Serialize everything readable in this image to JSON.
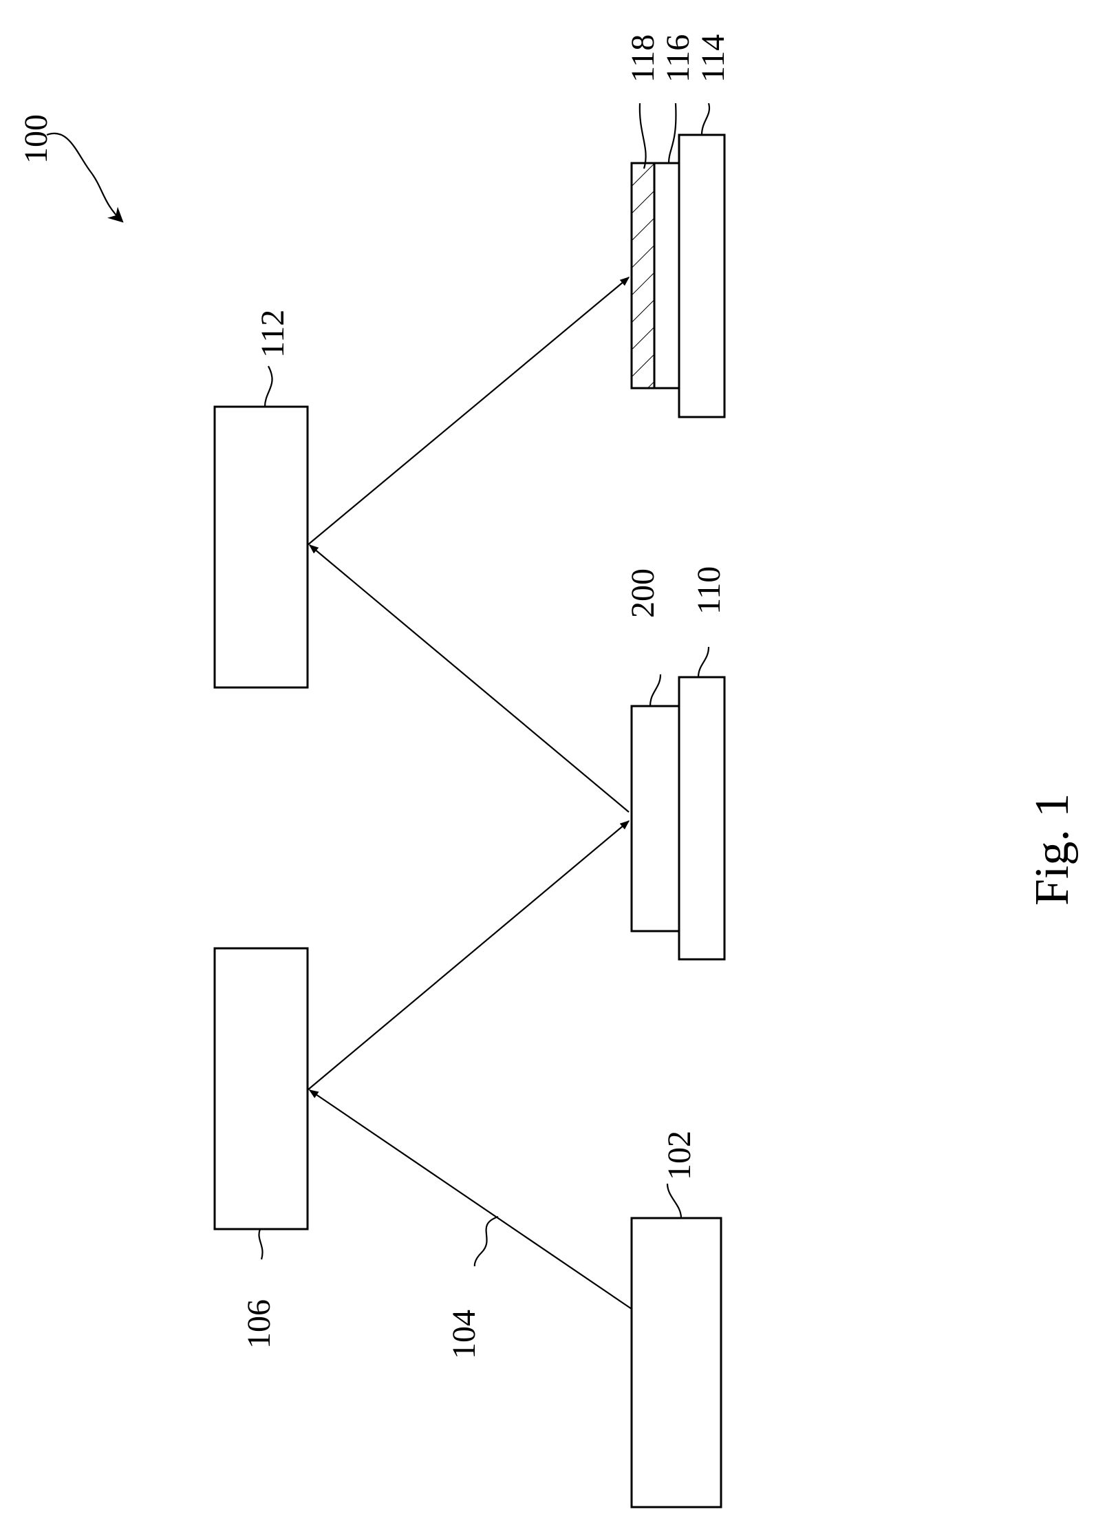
{
  "figure": {
    "caption": "Fig. 1",
    "system_ref": "100"
  },
  "components": [
    {
      "id": "102",
      "label": "102"
    },
    {
      "id": "104",
      "label": "104"
    },
    {
      "id": "106",
      "label": "106"
    },
    {
      "id": "110",
      "label": "110"
    },
    {
      "id": "200",
      "label": "200"
    },
    {
      "id": "112",
      "label": "112"
    },
    {
      "id": "114",
      "label": "114"
    },
    {
      "id": "116",
      "label": "116"
    },
    {
      "id": "118",
      "label": "118"
    }
  ],
  "connections": [
    {
      "from": "102",
      "to": "106",
      "arrow": true
    },
    {
      "from": "106",
      "to": "200",
      "arrow": true
    },
    {
      "from": "200",
      "to": "112",
      "arrow": true
    },
    {
      "from": "112",
      "to": "118",
      "arrow": true
    }
  ],
  "colors": {
    "stroke": "#000000",
    "background": "#ffffff"
  }
}
